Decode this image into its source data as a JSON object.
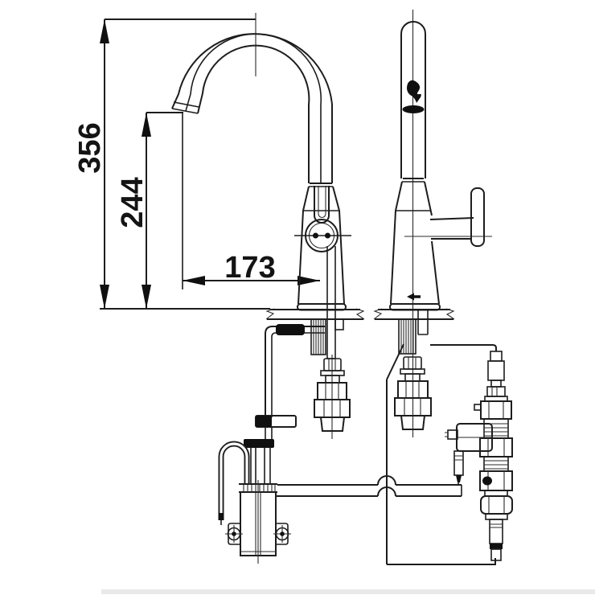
{
  "drawing": {
    "subject": "Sensor kitchen mixer faucet - dimensioned installation drawing (front and side elevations with under-counter plumbing)",
    "dimensions": {
      "overall_height": "356",
      "outlet_height": "244",
      "spout_reach": "173"
    },
    "colors": {
      "line": "#1d1d1d",
      "background": "#ffffff",
      "solid_black": "#101010",
      "scan_artifact": "#e9e9e9"
    },
    "icons": {
      "logo_mark": "brand-logo-mark",
      "flow_arrow": "flow-direction-arrow",
      "screw_left": "screw-cross-symbol",
      "screw_right": "screw-cross-symbol"
    }
  }
}
